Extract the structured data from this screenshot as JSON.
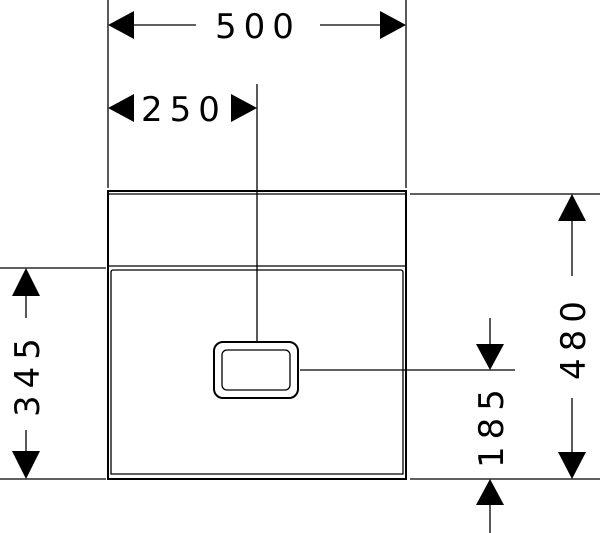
{
  "dimensions": {
    "width_total": "500",
    "width_half": "250",
    "height_total": "480",
    "height_front": "345",
    "height_outlet": "185"
  },
  "colors": {
    "line": "#000000",
    "background": "#ffffff"
  }
}
